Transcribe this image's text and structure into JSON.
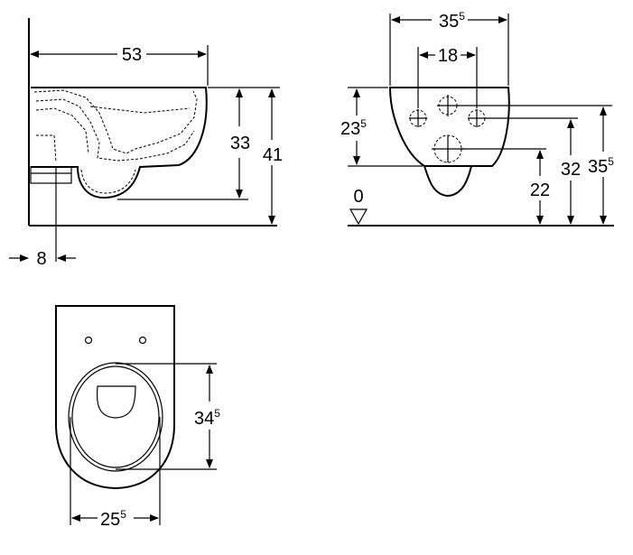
{
  "side_view": {
    "width_label": "53",
    "height_rim_label": "33",
    "height_total_label": "41",
    "offset_label": "8"
  },
  "front_view": {
    "width_main": "35",
    "width_sup": "5",
    "inner_width_label": "18",
    "height_a_main": "23",
    "height_a_sup": "5",
    "zero_label": "0",
    "h22_label": "22",
    "h32_label": "32",
    "h355_main": "35",
    "h355_sup": "5"
  },
  "top_view": {
    "length_main": "34",
    "length_sup": "5",
    "width_main": "25",
    "width_sup": "5"
  }
}
